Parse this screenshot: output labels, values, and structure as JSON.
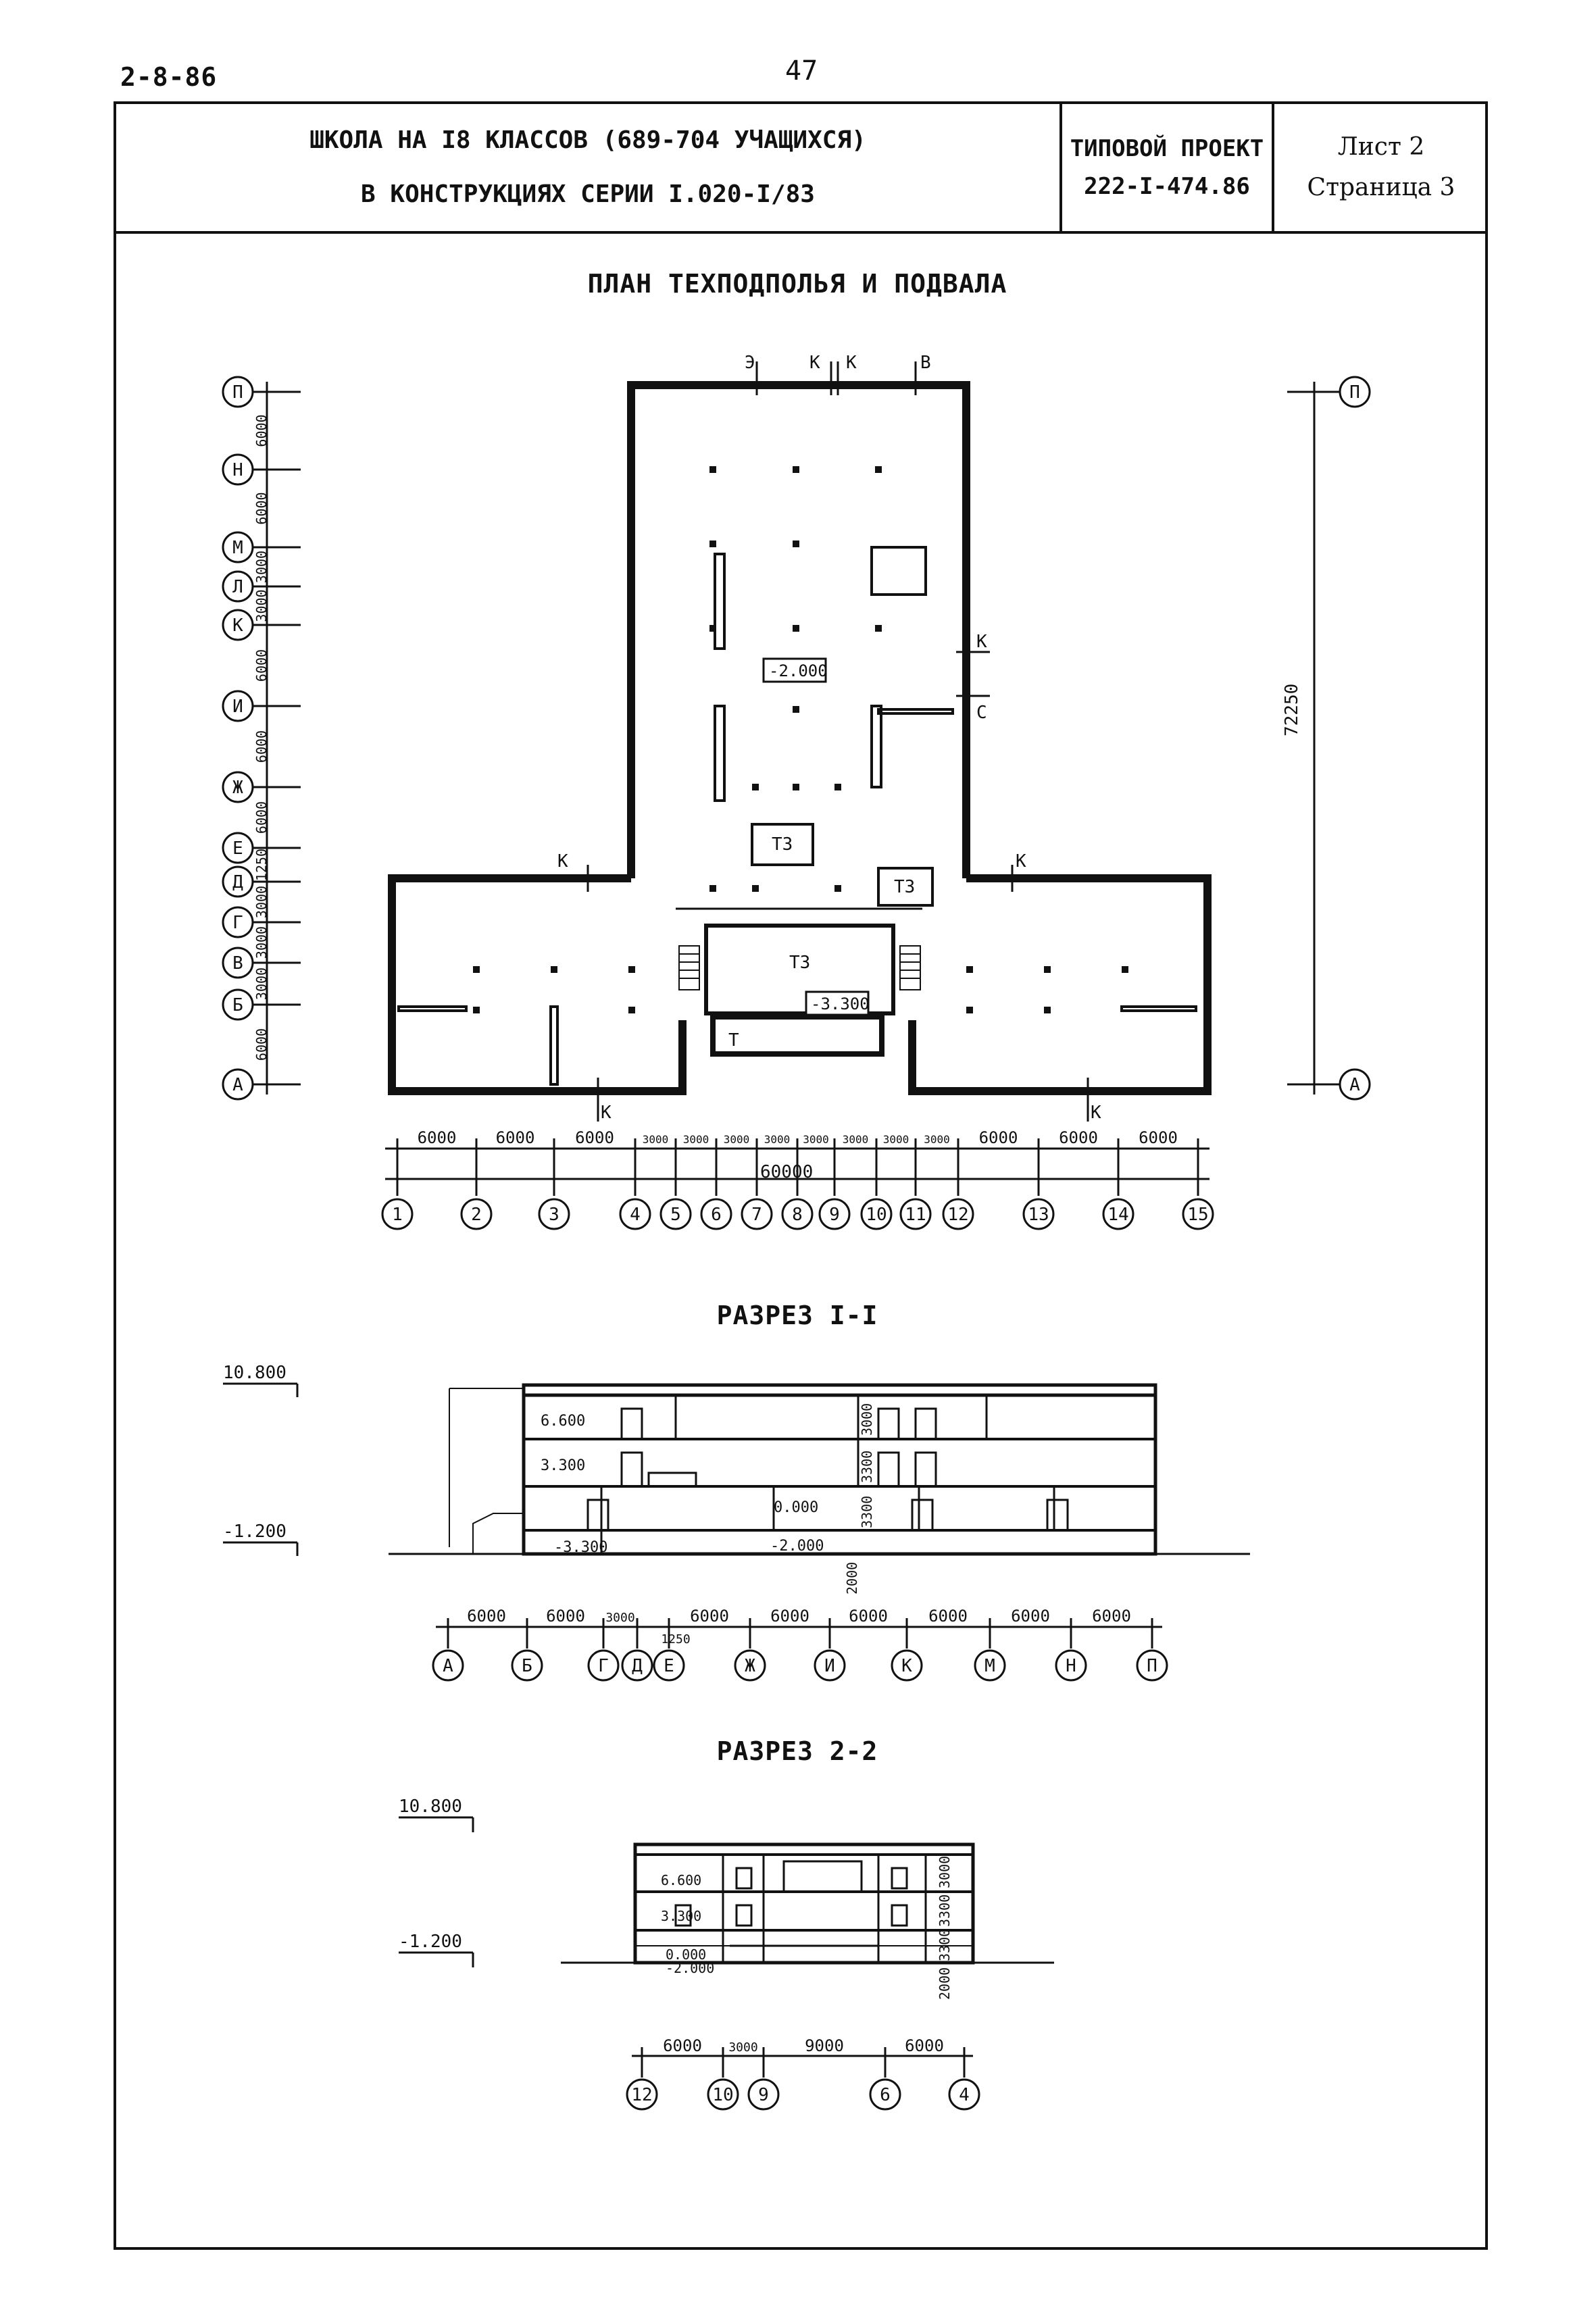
{
  "header": {
    "doc_code": "2-8-86",
    "page_number": "47",
    "title_line1": "ШКОЛА НА I8 КЛАССОВ (689-704 УЧАЩИХСЯ)",
    "title_line2": "В КОНСТРУКЦИЯХ СЕРИИ I.020-I/83",
    "project_label": "ТИПОВОЙ ПРОЕКТ",
    "project_number": "222-I-474.86",
    "sheet": "Лист 2",
    "page": "Страница 3"
  },
  "plan": {
    "title": "ПЛАН ТЕХПОДПОЛЬЯ И ПОДВАЛА",
    "level_main": "-2.000",
    "level_basement": "-3.300",
    "room_t3": "Т3",
    "room_t": "Т",
    "marker_k": "К",
    "marker_s": "С",
    "marker_e": "Э",
    "marker_v": "В",
    "overall_right": "72250",
    "overall_bottom": "60000",
    "axes_left": [
      "П",
      "Н",
      "М",
      "Л",
      "К",
      "И",
      "Ж",
      "Е",
      "Д",
      "Г",
      "В",
      "Б",
      "А"
    ],
    "dims_left": [
      "6000",
      "6000",
      "3000",
      "3000",
      "6000",
      "6000",
      "6000",
      "1250",
      "3000",
      "3000",
      "3000",
      "6000"
    ],
    "axes_right": [
      "П",
      "А"
    ],
    "axes_bottom": [
      "1",
      "2",
      "3",
      "4",
      "5",
      "6",
      "7",
      "8",
      "9",
      "10",
      "11",
      "12",
      "13",
      "14",
      "15"
    ],
    "dims_bottom": [
      "6000",
      "6000",
      "6000",
      "3000",
      "3000",
      "3000",
      "3000",
      "3000",
      "3000",
      "3000",
      "3000",
      "6000",
      "6000",
      "6000"
    ]
  },
  "section1": {
    "title": "РАЗРЕЗ I-I",
    "level_top": "10.800",
    "level_ground": "-1.200",
    "levels": [
      "6.600",
      "3.300",
      "0.000",
      "-3.300",
      "-2.000"
    ],
    "heights": [
      "3000",
      "3300",
      "3300",
      "2000"
    ],
    "axes": [
      "А",
      "Б",
      "Г",
      "Д",
      "Е",
      "Ж",
      "И",
      "К",
      "М",
      "Н",
      "П"
    ],
    "dims": [
      "6000",
      "6000",
      "3000",
      "1250",
      "6000",
      "6000",
      "6000",
      "6000",
      "6000",
      "6000"
    ]
  },
  "section2": {
    "title": "РАЗРЕЗ 2-2",
    "level_top": "10.800",
    "level_ground": "-1.200",
    "levels": [
      "6.600",
      "3.300",
      "0.000",
      "-2.000"
    ],
    "heights": [
      "3000",
      "3300",
      "3300",
      "2000"
    ],
    "axes": [
      "12",
      "10",
      "9",
      "6",
      "4"
    ],
    "dims": [
      "6000",
      "3000",
      "9000",
      "6000"
    ]
  }
}
